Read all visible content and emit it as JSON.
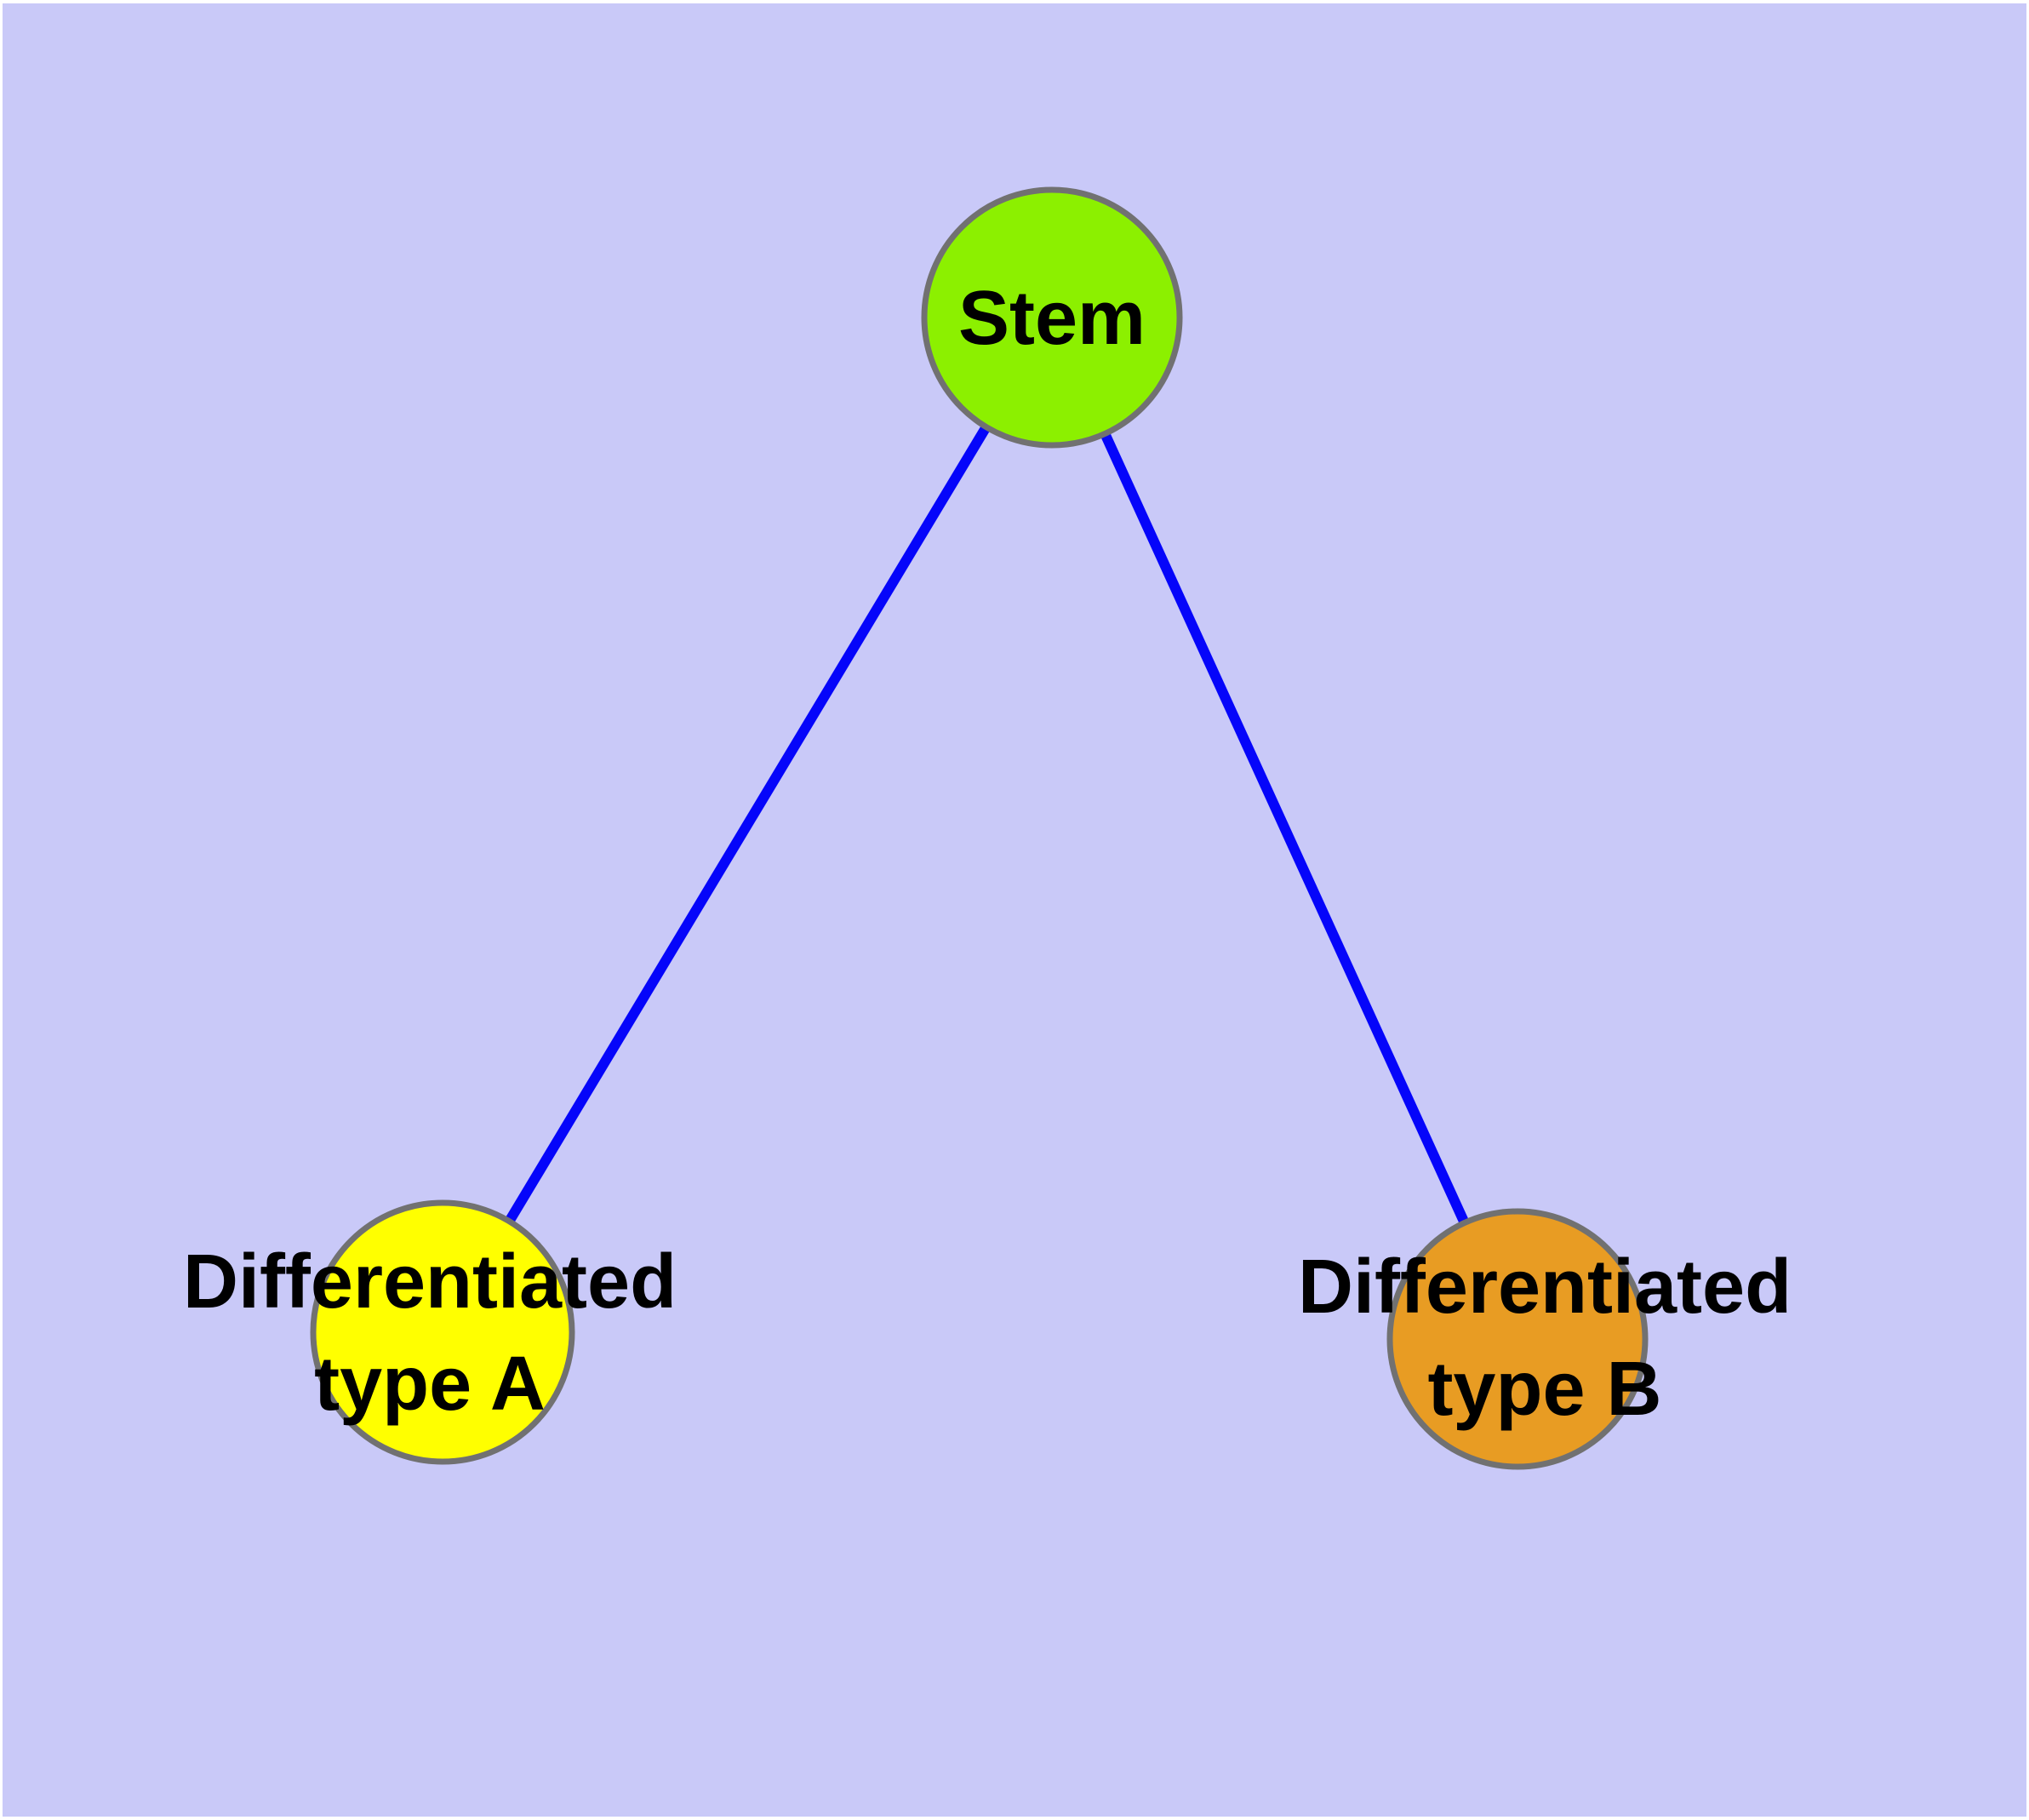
{
  "canvas": {
    "margin_color": "#FFFFFF",
    "background_color": "#C9C9F8",
    "node_border_color": "#717171",
    "label_color": "#000000"
  },
  "nodes": [
    {
      "id": "stem",
      "label": "Stem",
      "fill": "#8CF000"
    },
    {
      "id": "differentiated-type-a",
      "label": "Differentiated type A",
      "label_lines": [
        "Differentiated",
        "type A"
      ],
      "fill": "#FFFF00"
    },
    {
      "id": "differentiated-type-b",
      "label": "Differentiated type B",
      "label_lines": [
        "Differentiated",
        "type B"
      ],
      "fill": "#E89C23"
    }
  ],
  "edges": [
    {
      "from": "Stem",
      "to": "Differentiated type A",
      "color": "#0505FA"
    },
    {
      "from": "Stem",
      "to": "Differentiated type B",
      "color": "#0505FA"
    }
  ]
}
